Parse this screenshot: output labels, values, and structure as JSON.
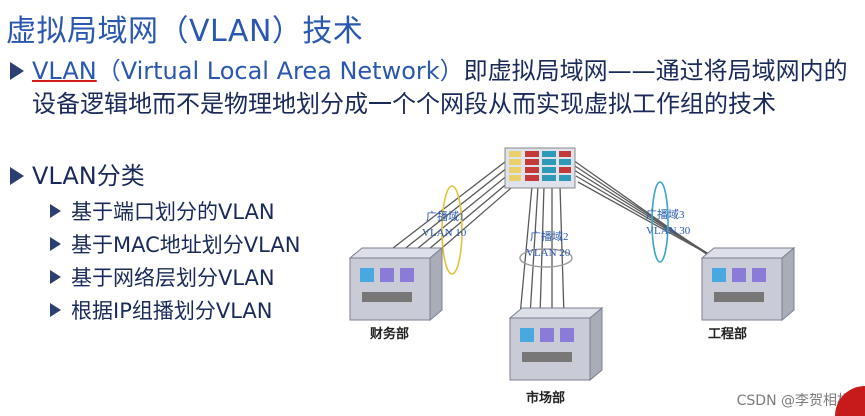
{
  "title": "虚拟局域网（VLAN）技术",
  "definition": {
    "term": "VLAN",
    "term_en": "（Virtual Local Area Network）",
    "rest": "即虚拟局域网——通过将局域网内的设备逻辑地而不是物理地划分成一个个网段从而实现虚拟工作组的技术"
  },
  "classification": {
    "heading": "VLAN分类",
    "items": [
      "基于端口划分的VLAN",
      "基于MAC地址划分VLAN",
      "基于网络层划分VLAN",
      "根据IP组播划分VLAN"
    ]
  },
  "diagram": {
    "broadcast_domains": [
      {
        "label": "广播域1",
        "vlan": "VLAN 10"
      },
      {
        "label": "广播域2",
        "vlan": "VLAN 20"
      },
      {
        "label": "广播域3",
        "vlan": "VLAN 30"
      }
    ],
    "departments": [
      "财务部",
      "市场部",
      "工程部"
    ],
    "colors": {
      "vlan10": "#e2c43a",
      "vlan20": "#9a9aa0",
      "vlan30": "#3aa6c8",
      "cable": "#5a5a5a",
      "label": "#2a58b0"
    }
  },
  "watermark": "CSDN @李贺相相"
}
